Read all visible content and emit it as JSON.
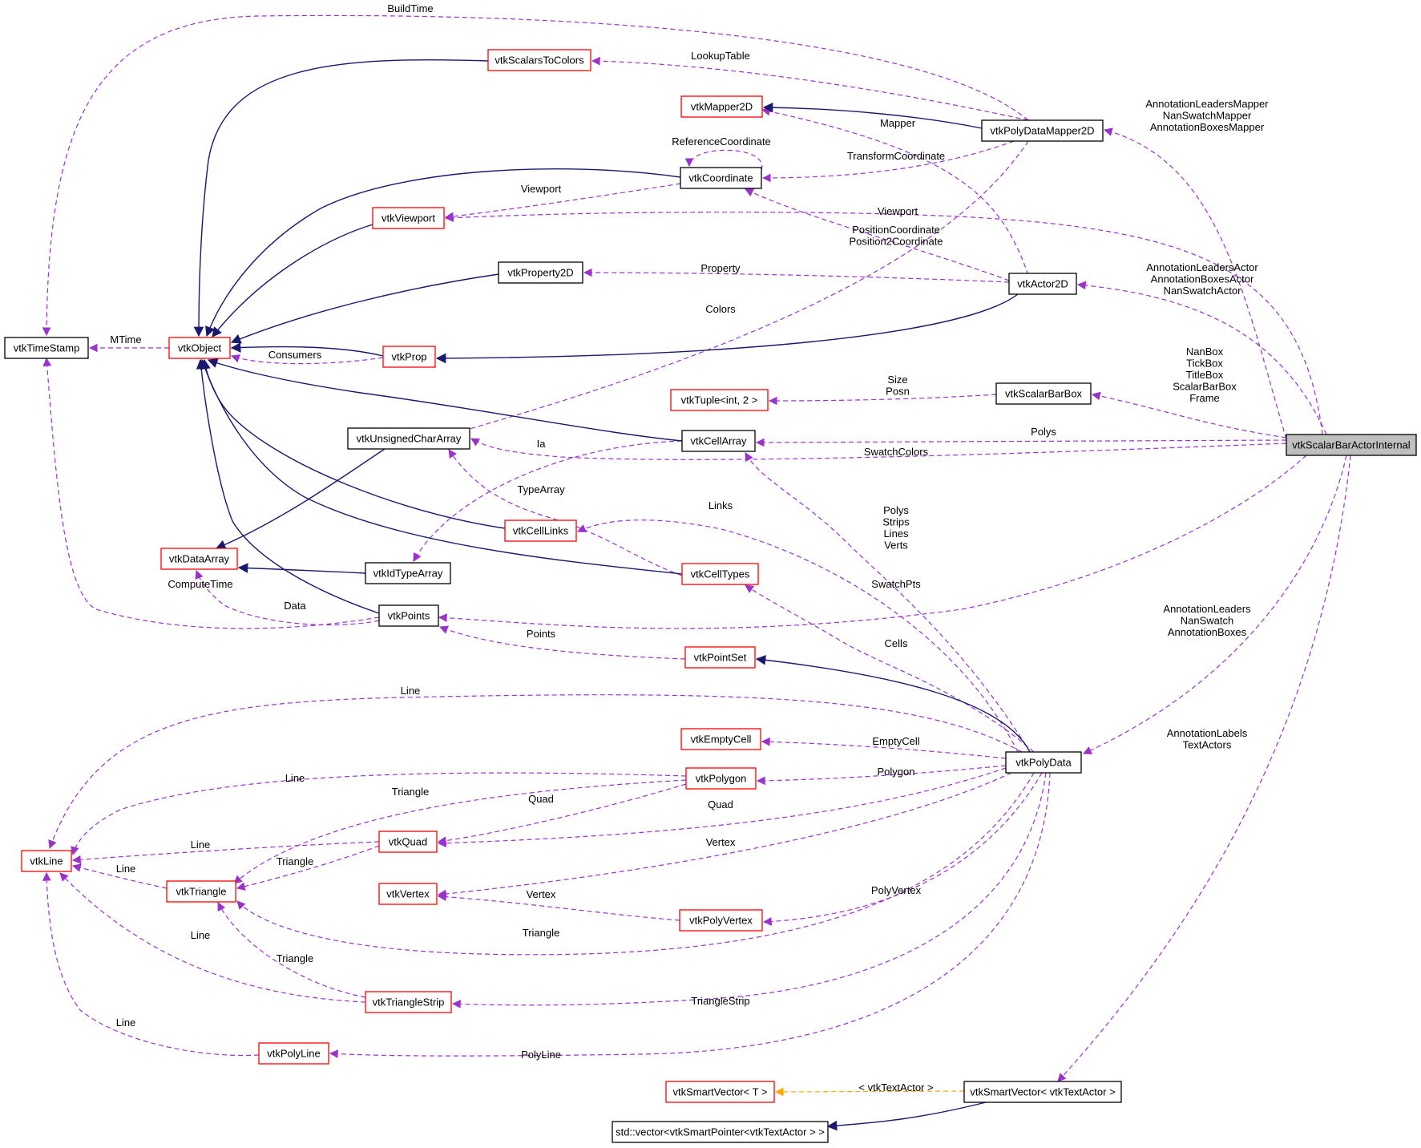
{
  "colors": {
    "inherit": "#191970",
    "use": "#9a32cd",
    "template": "#ffa500",
    "red_border": "#ff0000",
    "root_fill": "#bfbfbf"
  },
  "nodes": [
    {
      "id": "root",
      "label": "vtkScalarBarActorInternal",
      "style": "root"
    },
    {
      "id": "timestamp",
      "label": "vtkTimeStamp",
      "style": "black"
    },
    {
      "id": "object",
      "label": "vtkObject",
      "style": "red"
    },
    {
      "id": "s2c",
      "label": "vtkScalarsToColors",
      "style": "red"
    },
    {
      "id": "mapper2d",
      "label": "vtkMapper2D",
      "style": "red"
    },
    {
      "id": "pdm2d",
      "label": "vtkPolyDataMapper2D",
      "style": "black"
    },
    {
      "id": "coordinate",
      "label": "vtkCoordinate",
      "style": "black"
    },
    {
      "id": "viewport",
      "label": "vtkViewport",
      "style": "red"
    },
    {
      "id": "property2d",
      "label": "vtkProperty2D",
      "style": "black"
    },
    {
      "id": "actor2d",
      "label": "vtkActor2D",
      "style": "black"
    },
    {
      "id": "prop",
      "label": "vtkProp",
      "style": "red"
    },
    {
      "id": "tuple",
      "label": "vtkTuple<int, 2 >",
      "style": "red"
    },
    {
      "id": "sbbox",
      "label": "vtkScalarBarBox",
      "style": "black"
    },
    {
      "id": "uca",
      "label": "vtkUnsignedCharArray",
      "style": "black"
    },
    {
      "id": "cellarray",
      "label": "vtkCellArray",
      "style": "black"
    },
    {
      "id": "celllinks",
      "label": "vtkCellLinks",
      "style": "red"
    },
    {
      "id": "dataarray",
      "label": "vtkDataArray",
      "style": "red"
    },
    {
      "id": "idtypearray",
      "label": "vtkIdTypeArray",
      "style": "black"
    },
    {
      "id": "celltypes",
      "label": "vtkCellTypes",
      "style": "red"
    },
    {
      "id": "points",
      "label": "vtkPoints",
      "style": "black"
    },
    {
      "id": "pointset",
      "label": "vtkPointSet",
      "style": "red"
    },
    {
      "id": "emptycell",
      "label": "vtkEmptyCell",
      "style": "red"
    },
    {
      "id": "polydata",
      "label": "vtkPolyData",
      "style": "black"
    },
    {
      "id": "polygon",
      "label": "vtkPolygon",
      "style": "red"
    },
    {
      "id": "quad",
      "label": "vtkQuad",
      "style": "red"
    },
    {
      "id": "line",
      "label": "vtkLine",
      "style": "red"
    },
    {
      "id": "triangle",
      "label": "vtkTriangle",
      "style": "red"
    },
    {
      "id": "vertex",
      "label": "vtkVertex",
      "style": "red"
    },
    {
      "id": "polyvertex",
      "label": "vtkPolyVertex",
      "style": "red"
    },
    {
      "id": "trianglestrip",
      "label": "vtkTriangleStrip",
      "style": "red"
    },
    {
      "id": "polyline",
      "label": "vtkPolyLine",
      "style": "red"
    },
    {
      "id": "smartvecT",
      "label": "vtkSmartVector< T >",
      "style": "red"
    },
    {
      "id": "smartvecTA",
      "label": "vtkSmartVector< vtkTextActor >",
      "style": "black"
    },
    {
      "id": "stdvector",
      "label": "std::vector<vtkSmartPointer<vtkTextActor > >",
      "style": "black"
    }
  ],
  "edge_labels": [
    {
      "id": "buildtime",
      "lines": [
        "BuildTime"
      ]
    },
    {
      "id": "lookuptable",
      "lines": [
        "LookupTable"
      ]
    },
    {
      "id": "pdm-labels",
      "lines": [
        "AnnotationLeadersMapper",
        "NanSwatchMapper",
        "AnnotationBoxesMapper"
      ]
    },
    {
      "id": "mapper",
      "lines": [
        "Mapper"
      ]
    },
    {
      "id": "refcoord",
      "lines": [
        "ReferenceCoordinate"
      ]
    },
    {
      "id": "transformcoord",
      "lines": [
        "TransformCoordinate"
      ]
    },
    {
      "id": "viewport-coord",
      "lines": [
        "Viewport"
      ]
    },
    {
      "id": "viewport-root",
      "lines": [
        "Viewport"
      ]
    },
    {
      "id": "poscoord",
      "lines": [
        "PositionCoordinate",
        "Position2Coordinate"
      ]
    },
    {
      "id": "property",
      "lines": [
        "Property"
      ]
    },
    {
      "id": "actor-labels",
      "lines": [
        "AnnotationLeadersActor",
        "AnnotationBoxesActor",
        "NanSwatchActor"
      ]
    },
    {
      "id": "mtime",
      "lines": [
        "MTime"
      ]
    },
    {
      "id": "colors",
      "lines": [
        "Colors"
      ]
    },
    {
      "id": "consumers",
      "lines": [
        "Consumers"
      ]
    },
    {
      "id": "box-labels",
      "lines": [
        "NanBox",
        "TickBox",
        "TitleBox",
        "ScalarBarBox",
        "Frame"
      ]
    },
    {
      "id": "sizeposn",
      "lines": [
        "Size",
        "Posn"
      ]
    },
    {
      "id": "polys",
      "lines": [
        "Polys"
      ]
    },
    {
      "id": "ia",
      "lines": [
        "Ia"
      ]
    },
    {
      "id": "swatchcolors",
      "lines": [
        "SwatchColors"
      ]
    },
    {
      "id": "typearray",
      "lines": [
        "TypeArray"
      ]
    },
    {
      "id": "links",
      "lines": [
        "Links"
      ]
    },
    {
      "id": "cellarray-labels",
      "lines": [
        "Polys",
        "Strips",
        "Lines",
        "Verts"
      ]
    },
    {
      "id": "swatchpts",
      "lines": [
        "SwatchPts"
      ]
    },
    {
      "id": "computetime",
      "lines": [
        "ComputeTime"
      ]
    },
    {
      "id": "data",
      "lines": [
        "Data"
      ]
    },
    {
      "id": "polydata-labels",
      "lines": [
        "AnnotationLeaders",
        "NanSwatch",
        "AnnotationBoxes"
      ]
    },
    {
      "id": "points-lbl",
      "lines": [
        "Points"
      ]
    },
    {
      "id": "cells",
      "lines": [
        "Cells"
      ]
    },
    {
      "id": "line-top",
      "lines": [
        "Line"
      ]
    },
    {
      "id": "textactor-labels",
      "lines": [
        "AnnotationLabels",
        "TextActors"
      ]
    },
    {
      "id": "emptycell-lbl",
      "lines": [
        "EmptyCell"
      ]
    },
    {
      "id": "line-polygon",
      "lines": [
        "Line"
      ]
    },
    {
      "id": "polygon-lbl",
      "lines": [
        "Polygon"
      ]
    },
    {
      "id": "triangle-polygon",
      "lines": [
        "Triangle"
      ]
    },
    {
      "id": "quad-polygon",
      "lines": [
        "Quad"
      ]
    },
    {
      "id": "quad-pd",
      "lines": [
        "Quad"
      ]
    },
    {
      "id": "line-quad",
      "lines": [
        "Line"
      ]
    },
    {
      "id": "triangle-quad",
      "lines": [
        "Triangle"
      ]
    },
    {
      "id": "vertex-pd",
      "lines": [
        "Vertex"
      ]
    },
    {
      "id": "line-triangle",
      "lines": [
        "Line"
      ]
    },
    {
      "id": "polyvertex-lbl",
      "lines": [
        "PolyVertex"
      ]
    },
    {
      "id": "vertex-pv",
      "lines": [
        "Vertex"
      ]
    },
    {
      "id": "triangle-pd",
      "lines": [
        "Triangle"
      ]
    },
    {
      "id": "line-ts",
      "lines": [
        "Line"
      ]
    },
    {
      "id": "triangle-ts",
      "lines": [
        "Triangle"
      ]
    },
    {
      "id": "trianglestrip-lbl",
      "lines": [
        "TriangleStrip"
      ]
    },
    {
      "id": "line-pl",
      "lines": [
        "Line"
      ]
    },
    {
      "id": "polyline-lbl",
      "lines": [
        "PolyLine"
      ]
    },
    {
      "id": "textactor-tpl",
      "lines": [
        "< vtkTextActor >"
      ]
    }
  ]
}
